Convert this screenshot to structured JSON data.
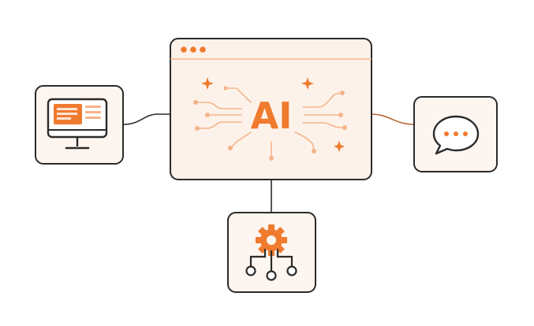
{
  "ai_window": {
    "label": "AI"
  },
  "nodes": [
    {
      "id": "monitor",
      "icon": "monitor-icon"
    },
    {
      "id": "chat",
      "icon": "chat-bubble-icon"
    },
    {
      "id": "gear",
      "icon": "gear-network-icon"
    }
  ],
  "colors": {
    "accent": "#F07A2E",
    "accent_soft": "#F4B48A",
    "accent_pale": "#FBE3D2",
    "card_bg": "#FDF5EF",
    "window_bg": "#FDF2EA",
    "outline": "#2B2B2B"
  }
}
